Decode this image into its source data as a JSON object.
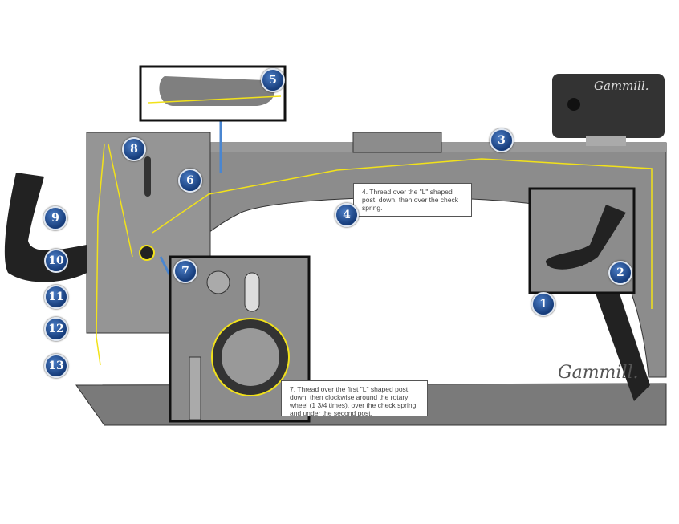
{
  "brand": "Gammill",
  "steps": [
    {
      "number": "1"
    },
    {
      "number": "2"
    },
    {
      "number": "3"
    },
    {
      "number": "4"
    },
    {
      "number": "5"
    },
    {
      "number": "6"
    },
    {
      "number": "7"
    },
    {
      "number": "8"
    },
    {
      "number": "9"
    },
    {
      "number": "10"
    },
    {
      "number": "11"
    },
    {
      "number": "12"
    },
    {
      "number": "13"
    }
  ],
  "notes": {
    "step4": "4. Thread over the \"L\" shaped post, down, then over the check spring.",
    "step7": "7. Thread over the first \"L\" shaped post, down, then clockwise around the rotary wheel (1 3/4 times), over the check spring and under the second post."
  },
  "colors": {
    "thread": "#f2e21a",
    "arrow": "#4a86d0",
    "body": "#8c8c8c",
    "badge": "#1d4a8c"
  }
}
